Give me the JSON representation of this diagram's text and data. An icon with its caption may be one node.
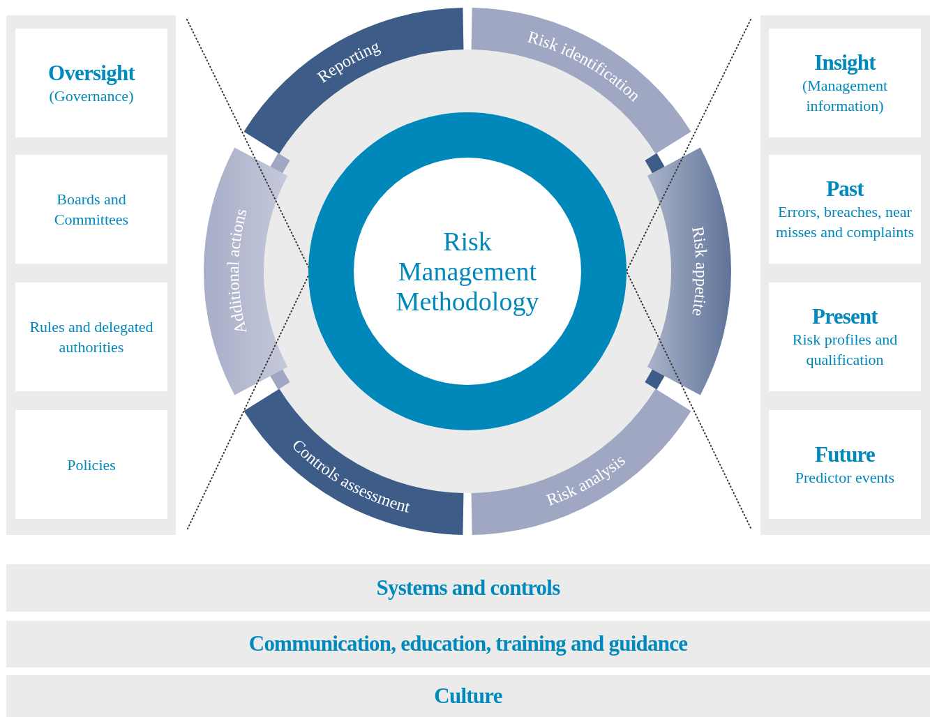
{
  "diagram": {
    "nodes": [
      {
        "text": [
          "Oversight",
          "(Governance)"
        ]
      },
      {
        "text": [
          "Boards and Committees"
        ]
      },
      {
        "text": [
          "Rules and delegated authorities"
        ]
      },
      {
        "text": [
          "Policies"
        ]
      },
      {
        "text": [
          "Insight",
          "(Management information)"
        ]
      },
      {
        "text": [
          "Past",
          "Errors, breaches, near misses and complaints"
        ]
      },
      {
        "text": [
          "Present",
          "Risk profiles and qualification"
        ]
      },
      {
        "text": [
          "Future",
          "Predictor events"
        ]
      },
      {
        "text": [
          "Reporting"
        ]
      },
      {
        "text": [
          "Risk identification"
        ]
      },
      {
        "text": [
          "Risk appetite"
        ]
      },
      {
        "text": [
          "Risk analysis"
        ]
      },
      {
        "text": [
          "Controls assessment"
        ]
      },
      {
        "text": [
          "Additional actions"
        ]
      },
      {
        "text": [
          "Risk Management Methodology"
        ]
      },
      {
        "text": [
          "Systems and controls"
        ]
      },
      {
        "text": [
          "Communication, education, training and guidance"
        ]
      },
      {
        "text": [
          "Culture"
        ]
      }
    ]
  }
}
